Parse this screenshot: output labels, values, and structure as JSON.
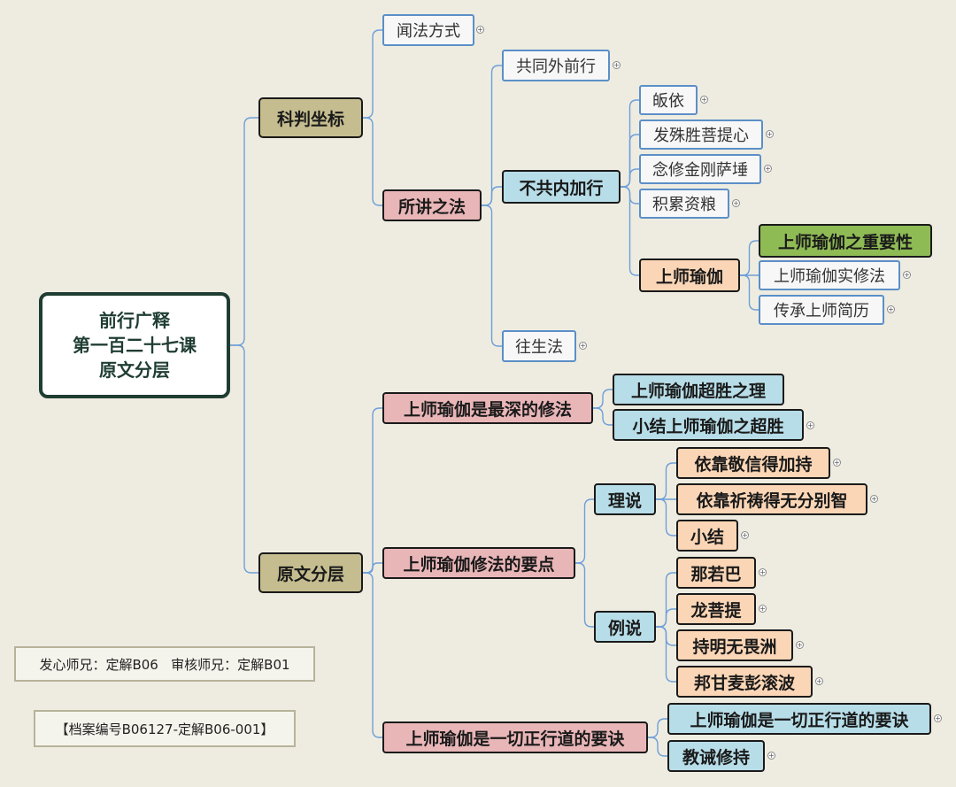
{
  "root": {
    "line1": "前行广释",
    "line2": "第一百二十七课",
    "line3": "原文分层"
  },
  "nodes": {
    "kepan": "科判坐标",
    "wenfa": "闻法方式",
    "suojiang": "所讲之法",
    "gongtong": "共同外前行",
    "bugong": "不共内加行",
    "guiyi": "皈依",
    "fafa": "发殊胜菩提心",
    "nianxiu": "念修金刚萨埵",
    "jilei": "积累资粮",
    "shangshi": "上师瑜伽",
    "zhongyao": "上师瑜伽之重要性",
    "shixiu": "上师瑜伽实修法",
    "chuancheng": "传承上师简历",
    "wangsheng": "往生法",
    "yuanwen": "原文分层",
    "zuishen": "上师瑜伽是最深的修法",
    "chaosheng": "上师瑜伽超胜之理",
    "xiaojie1": "小结上师瑜伽之超胜",
    "yaodian": "上师瑜伽修法的要点",
    "lishuo": "理说",
    "yikao1": "依靠敬信得加持",
    "yikao2": "依靠祈祷得无分别智",
    "xiaojie2": "小结",
    "lishuo2": "例说",
    "naruoba": "那若巴",
    "longshu": "龙菩提",
    "chiming": "持明无畏洲",
    "banggan": "邦甘麦彭滚波",
    "yiqie": "上师瑜伽是一切正行道的要诀",
    "yiqie2": "上师瑜伽是一切正行道的要诀",
    "jiaojie": "教诫修持"
  },
  "notes": {
    "credits": "发心师兄：定解B06   审核师兄：定解B01",
    "archive": "【档案编号B06127-定解B06-001】"
  },
  "colors": {
    "connector": "#6f9fd8",
    "plain_border": "#5b8fc7",
    "level1": "#c5bd8f",
    "pink": "#e9b6b8",
    "cyan": "#b7dde8",
    "peach": "#fbd6b6",
    "green": "#8fbb55",
    "root_border": "#1f3d33",
    "background": "#eeece1"
  }
}
